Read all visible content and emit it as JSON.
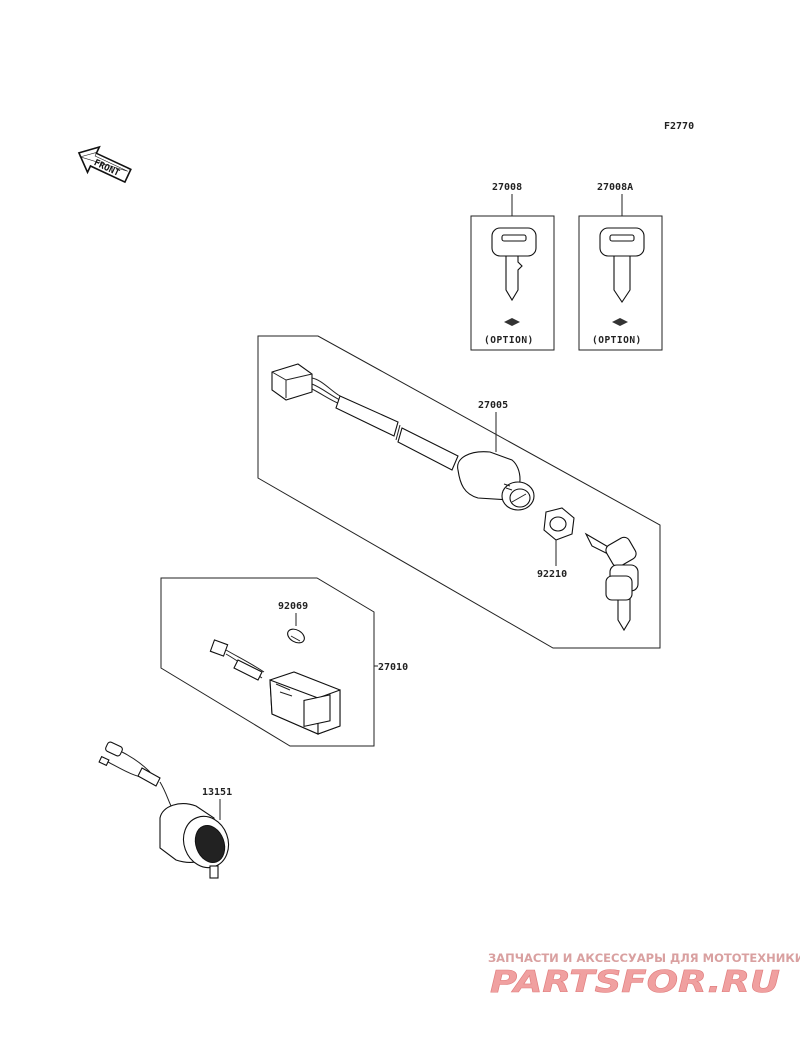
{
  "figure_code": "F2770",
  "front_label": "FRONT",
  "parts": [
    {
      "id": "p27008",
      "number": "27008",
      "note": "(OPTION)"
    },
    {
      "id": "p27008A",
      "number": "27008A",
      "note": "(OPTION)"
    },
    {
      "id": "p27005",
      "number": "27005"
    },
    {
      "id": "p92210",
      "number": "92210"
    },
    {
      "id": "p92069",
      "number": "92069"
    },
    {
      "id": "p27010",
      "number": "27010"
    },
    {
      "id": "p13151",
      "number": "13151"
    }
  ],
  "watermark": {
    "tagline": "ЗАПЧАСТИ И АКСЕССУАРЫ ДЛЯ МОТОТЕХНИКИ",
    "brand": "PARTSFOR.RU"
  }
}
